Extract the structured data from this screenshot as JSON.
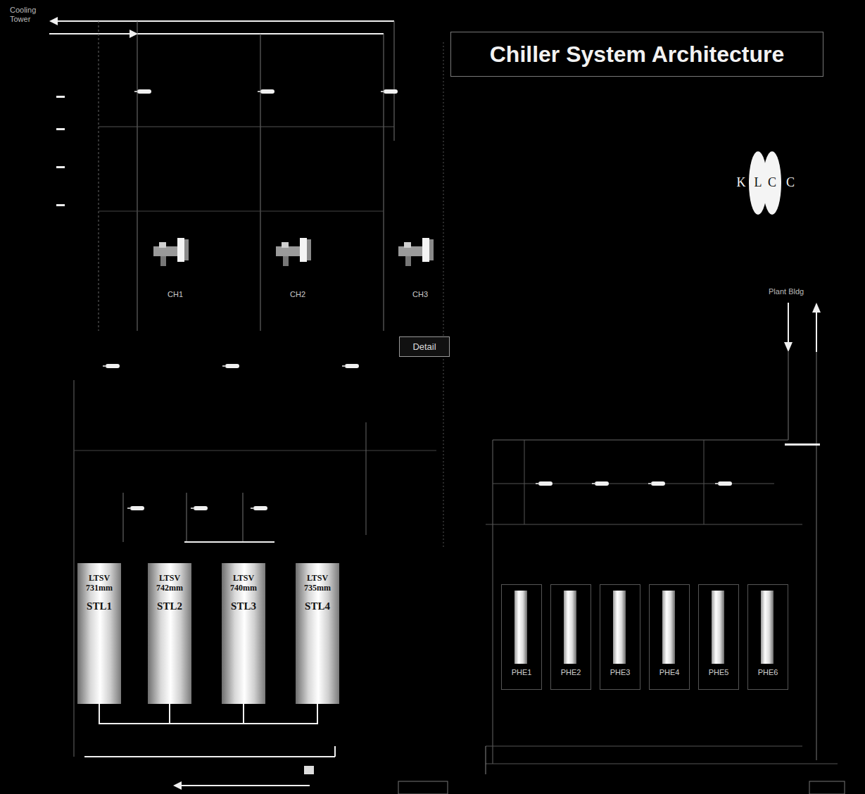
{
  "diagram": {
    "title": "Chiller System Architecture",
    "nodes": [
      {
        "text": [
          "Detail"
        ]
      },
      {
        "text": [
          "LTSV 731mm",
          "STL1"
        ]
      },
      {
        "text": [
          "LTSV 742mm",
          "STL2"
        ]
      },
      {
        "text": [
          "LTSV 740mm",
          "STL3"
        ]
      },
      {
        "text": [
          "LTSV 735mm",
          "STL4"
        ]
      },
      {
        "text": [
          "PHE1"
        ]
      },
      {
        "text": [
          "PHE2"
        ]
      },
      {
        "text": [
          "PHE3"
        ]
      },
      {
        "text": [
          "PHE4"
        ]
      },
      {
        "text": [
          "PHE5"
        ]
      },
      {
        "text": [
          "PHE6"
        ]
      }
    ],
    "edges": [
      {
        "from": 1,
        "to": 2,
        "arrow": "none"
      },
      {
        "from": 2,
        "to": 3,
        "arrow": "none"
      },
      {
        "from": 3,
        "to": 4,
        "arrow": "none"
      }
    ],
    "labels": [
      "Cooling Tower",
      "CH1",
      "CH2",
      "CH3",
      "K",
      "L",
      "C",
      "C",
      "Plant Bldg"
    ]
  }
}
